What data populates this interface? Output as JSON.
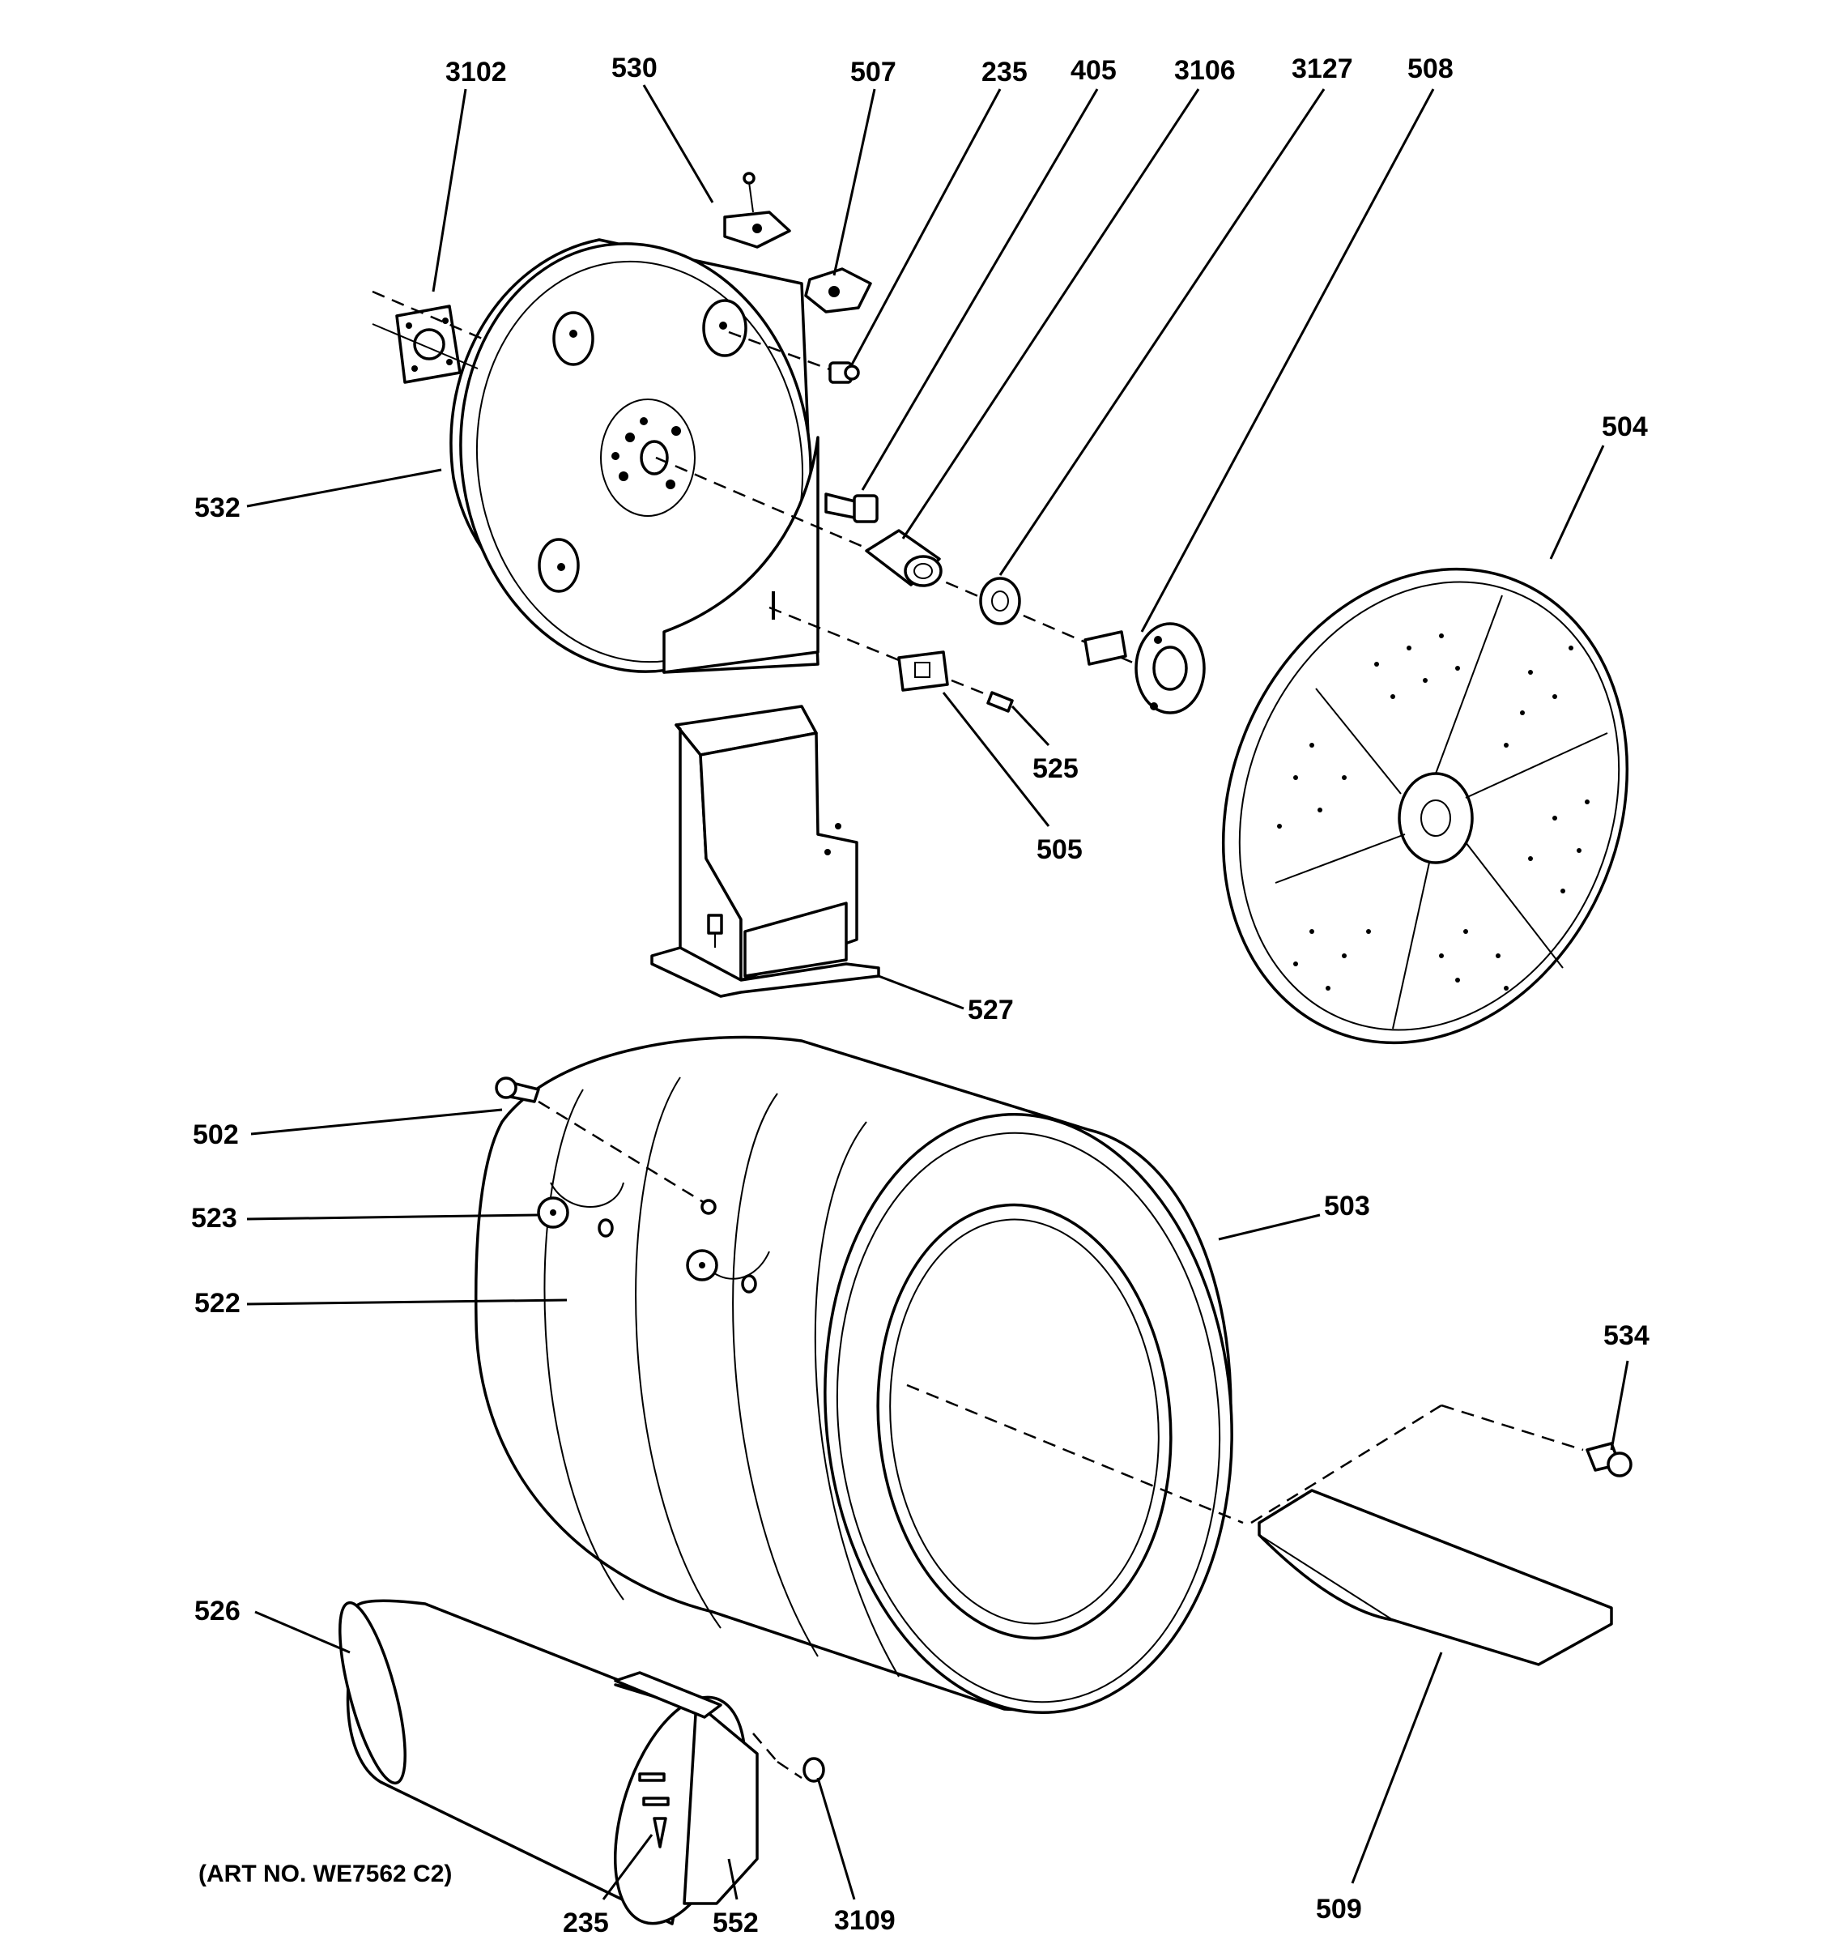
{
  "diagram": {
    "art_number": "(ART NO. WE7562 C2)",
    "callouts": {
      "c3102": "3102",
      "c530": "530",
      "c507": "507",
      "c235_top": "235",
      "c405": "405",
      "c3106": "3106",
      "c3127": "3127",
      "c508": "508",
      "c504": "504",
      "c532": "532",
      "c525": "525",
      "c505": "505",
      "c527": "527",
      "c502": "502",
      "c503": "503",
      "c523": "523",
      "c522": "522",
      "c534": "534",
      "c526": "526",
      "c235_bottom": "235",
      "c552": "552",
      "c3109": "3109",
      "c509": "509"
    }
  }
}
